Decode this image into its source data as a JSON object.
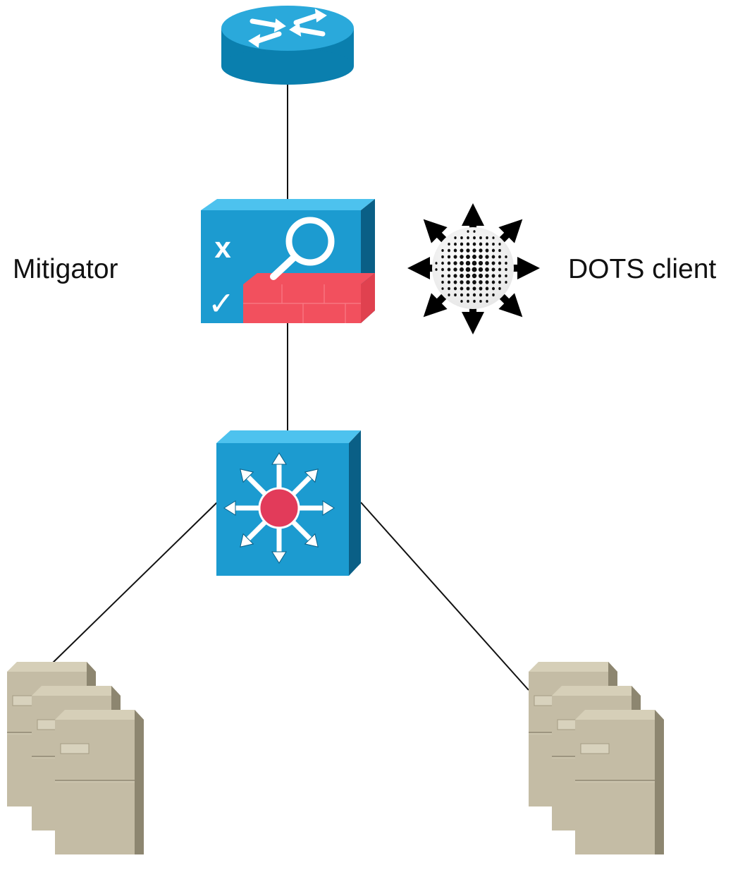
{
  "labels": {
    "mitigator": "Mitigator",
    "dots_client": "DOTS client"
  },
  "nodes": {
    "router": {
      "icon": "router-icon"
    },
    "mitigator": {
      "icon": "firewall-ids-icon",
      "mark_x": "x",
      "mark_check": "✓"
    },
    "dots_client": {
      "icon": "dots-client-sphere-icon"
    },
    "switch": {
      "icon": "layer3-switch-icon"
    },
    "server_left": {
      "icon": "server-stack-icon"
    },
    "server_right": {
      "icon": "server-stack-icon"
    }
  },
  "colors": {
    "device_blue": "#1c9bd0",
    "device_dark_blue": "#0a6f9c",
    "device_top_blue": "#4dc2ee",
    "alert_red": "#f2505e",
    "switch_center": "#e23b5a",
    "server_beige": "#c4bca5",
    "link_line": "#111111"
  }
}
